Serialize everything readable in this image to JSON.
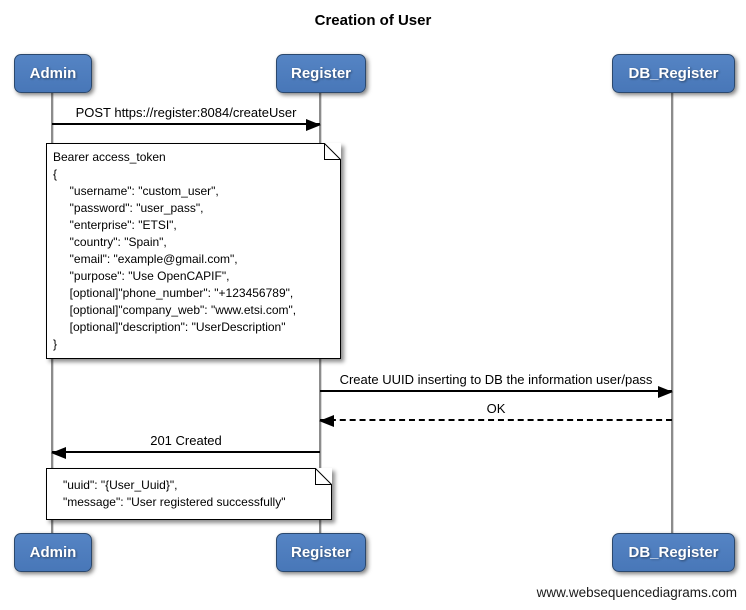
{
  "type": "sequence-diagram",
  "title": "Creation of User",
  "watermark": "www.websequencediagrams.com",
  "actors": [
    {
      "name": "Admin"
    },
    {
      "name": "Register"
    },
    {
      "name": "DB_Register"
    }
  ],
  "messages": [
    {
      "label": "POST https://register:8084/createUser",
      "from": "Admin",
      "to": "Register",
      "line": "solid"
    },
    {
      "label": "Create UUID inserting to DB the information user/pass",
      "from": "Register",
      "to": "DB_Register",
      "line": "solid"
    },
    {
      "label": "OK",
      "from": "DB_Register",
      "to": "Register",
      "line": "dashed"
    },
    {
      "label": "201 Created",
      "from": "Register",
      "to": "Admin",
      "line": "solid"
    }
  ],
  "notes": [
    {
      "attached_to": "Admin/Register",
      "lines": [
        "Bearer access_token",
        "{",
        "     \"username\": \"custom_user\",",
        "     \"password\": \"user_pass\",",
        "     \"enterprise\": \"ETSI\",",
        "     \"country\": \"Spain\",",
        "     \"email\": \"example@gmail.com\",",
        "     \"purpose\": \"Use OpenCAPIF\",",
        "     [optional]\"phone_number\": \"+123456789\",",
        "     [optional]\"company_web\": \"www.etsi.com\",",
        "     [optional]\"description\": \"UserDescription\"",
        "}"
      ]
    },
    {
      "attached_to": "Admin/Register",
      "lines": [
        "   \"uuid\": \"{User_Uuid}\",",
        "   \"message\": \"User registered successfully\""
      ]
    }
  ],
  "colors": {
    "actor_fill": "#4d7dbf",
    "actor_border": "#2b486d",
    "actor_text": "#ffffff",
    "note_fill": "#ffffff",
    "note_border": "#000000",
    "message_line": "#000000",
    "lifeline": "#8c8c8c",
    "background": "#ffffff"
  }
}
